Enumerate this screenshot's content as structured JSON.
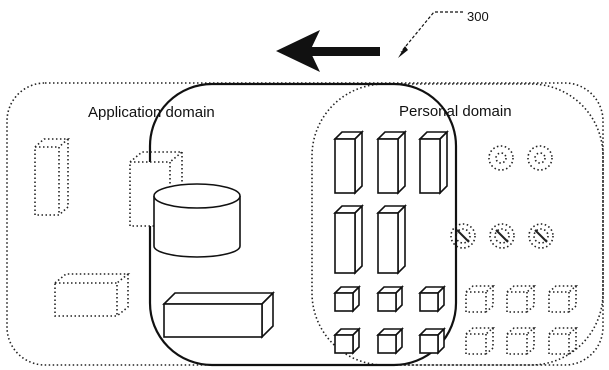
{
  "figure": {
    "reference_number": "300",
    "application_domain_label": "Application domain",
    "personal_domain_label": "Personal domain"
  }
}
